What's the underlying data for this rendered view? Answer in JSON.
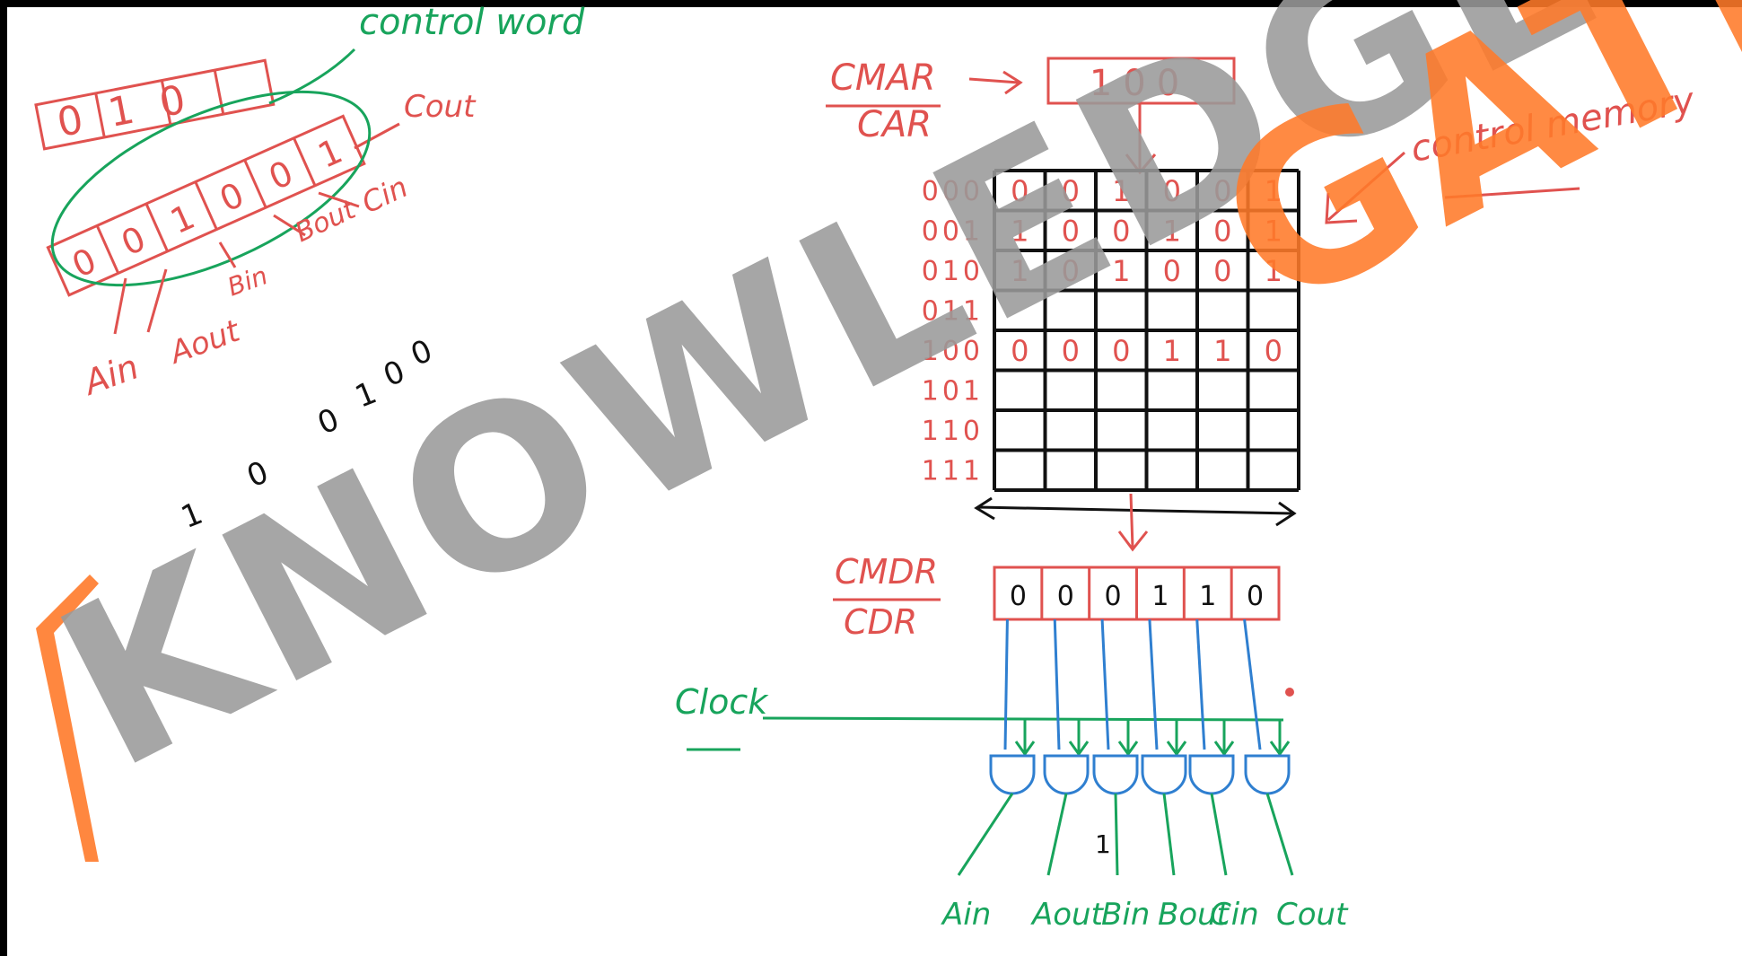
{
  "watermark": {
    "text": "KNOWLEDGE",
    "tail": "GATE",
    "color": "#9a9a9a",
    "accent": "#ff7a2a"
  },
  "left": {
    "top_register": "010",
    "control_word_label": "control word",
    "cout_label": "Cout",
    "bits": [
      "0",
      "0",
      "1",
      "0",
      "0",
      "1"
    ],
    "field_labels": [
      "Ain",
      "Aout",
      "Bin",
      "Bout",
      "Cin"
    ],
    "loose_digits": [
      "1",
      "0",
      "0",
      "1",
      "0",
      "0"
    ]
  },
  "cmar": {
    "label_top": "CMAR",
    "label_bottom": "CAR",
    "value": "100"
  },
  "control_memory_label": "control memory",
  "memory": {
    "addresses": [
      "000",
      "001",
      "010",
      "011",
      "100",
      "101",
      "110",
      "111"
    ],
    "rows": [
      [
        "0",
        "0",
        "1",
        "0",
        "0",
        "1"
      ],
      [
        "1",
        "0",
        "0",
        "1",
        "0",
        "1"
      ],
      [
        "1",
        "0",
        "1",
        "0",
        "0",
        "1"
      ],
      [
        "",
        "",
        "",
        "",
        "",
        ""
      ],
      [
        "0",
        "0",
        "0",
        "1",
        "1",
        "0"
      ],
      [
        "",
        "",
        "",
        "",
        "",
        ""
      ],
      [
        "",
        "",
        "",
        "",
        "",
        ""
      ],
      [
        "",
        "",
        "",
        "",
        "",
        ""
      ]
    ]
  },
  "cmdr": {
    "label_top": "CMDR",
    "label_bottom": "CDR",
    "bits": [
      "0",
      "0",
      "0",
      "1",
      "1",
      "0"
    ]
  },
  "clock_label": "Clock",
  "outputs": [
    "Ain",
    "Aout",
    "Bin",
    "Bout",
    "Cin",
    "Cout"
  ],
  "stray_mark": "1",
  "colors": {
    "red": "#e0524f",
    "green": "#18a45c",
    "blue": "#2f7fd0",
    "black": "#111111"
  }
}
